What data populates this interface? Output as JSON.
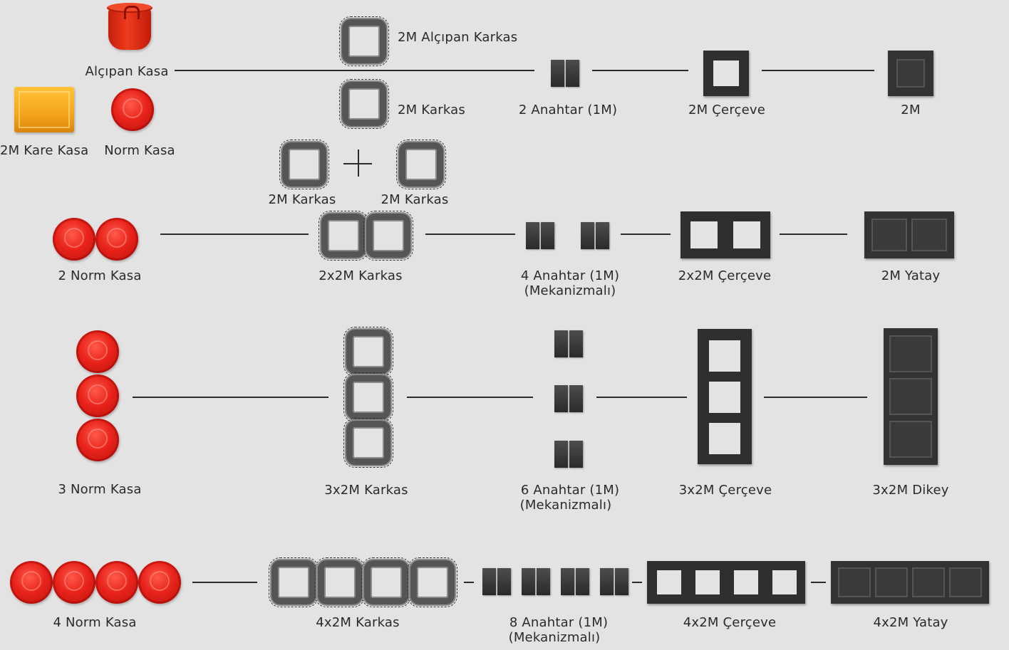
{
  "labels": {
    "alcipan_kasa": "Alçıpan Kasa",
    "kare_kasa": "2M Kare Kasa",
    "norm_kasa": "Norm Kasa",
    "alcipan_karkas": "2M Alçıpan Karkas",
    "karkas_2m": "2M Karkas",
    "karkas_2m_a": "2M Karkas",
    "karkas_2m_b": "2M Karkas",
    "anahtar_2": "2 Anahtar (1M)",
    "cerceve_2m": "2M Çerçeve",
    "plate_2m": "2M",
    "norm_kasa_2": "2 Norm Kasa",
    "karkas_2x2m": "2x2M Karkas",
    "anahtar_4": "4 Anahtar (1M)",
    "mek_4": "(Mekanizmalı)",
    "cerceve_2x2m": "2x2M Çerçeve",
    "plate_2m_yatay": "2M Yatay",
    "norm_kasa_3": "3 Norm Kasa",
    "karkas_3x2m": "3x2M Karkas",
    "anahtar_6": "6 Anahtar (1M)",
    "mek_6": "(Mekanizmalı)",
    "cerceve_3x2m": "3x2M Çerçeve",
    "plate_3x2m_dikey": "3x2M Dikey",
    "norm_kasa_4": "4 Norm Kasa",
    "karkas_4x2m": "4x2M Karkas",
    "anahtar_8": "8 Anahtar (1M)",
    "mek_8": "(Mekanizmalı)",
    "cerceve_4x2m": "4x2M Çerçeve",
    "plate_4x2m_yatay": "4x2M Yatay"
  },
  "colors": {
    "background": "#e3e3e4",
    "box_red": "#e8231b",
    "box_orange": "#f5a51c",
    "anthracite": "#2f2f2f"
  }
}
